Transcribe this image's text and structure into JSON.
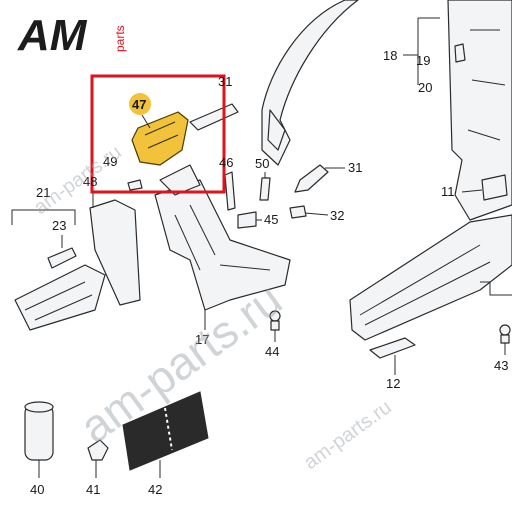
{
  "logo": {
    "main": "AM",
    "sub": "parts"
  },
  "watermark": {
    "large": "am-parts.ru",
    "small": "am-parts.ru"
  },
  "highlight_color": "#e0121b",
  "highlight_part_color": "#f2c23a",
  "callouts": {
    "c11": "11",
    "c12": "12",
    "c17": "17",
    "c18": "18",
    "c19": "19",
    "c20": "20",
    "c21": "21",
    "c23": "23",
    "c31a": "31",
    "c31b": "31",
    "c32": "32",
    "c40": "40",
    "c41": "41",
    "c42": "42",
    "c43": "43",
    "c44": "44",
    "c45": "45",
    "c46": "46",
    "c47": "47",
    "c48": "48",
    "c49": "49",
    "c50": "50"
  }
}
